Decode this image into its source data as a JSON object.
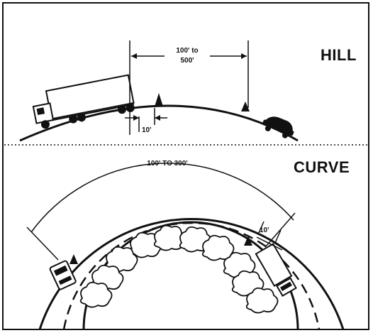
{
  "hill": {
    "title": "HILL",
    "distance_line1": "100' to",
    "distance_line2": "500'",
    "offset": "10'"
  },
  "curve": {
    "title": "CURVE",
    "distance": "100' TO 300'",
    "offset": "10'"
  },
  "colors": {
    "ink": "#111111",
    "background": "#ffffff"
  }
}
